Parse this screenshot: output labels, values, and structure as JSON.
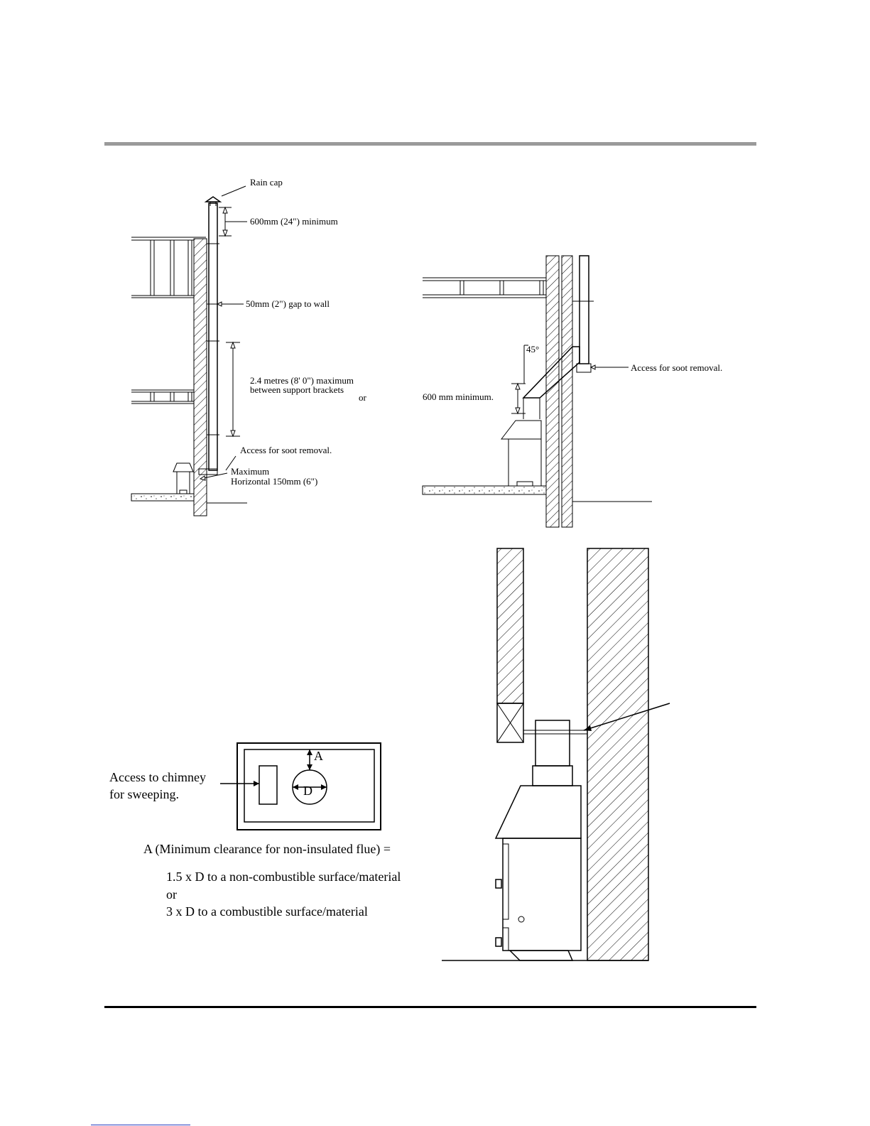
{
  "fig1": {
    "rain_cap": "Rain cap",
    "min_height": "600mm (24\") minimum",
    "gap_to_wall": "50mm (2\") gap to wall",
    "bracket_line1": "2.4 metres (8' 0\") maximum",
    "bracket_line2": "between support brackets",
    "or_label": "or",
    "access_soot": "Access for soot removal.",
    "max_line1": "Maximum",
    "max_line2": "Horizontal 150mm (6\")"
  },
  "fig2": {
    "angle": "45°",
    "min_label": "600 mm minimum.",
    "access_soot": "Access for soot removal."
  },
  "fig3": {
    "access_line1": "Access to chimney",
    "access_line2": "for sweeping.",
    "marker_a": "A",
    "marker_d": "D",
    "clearance_title": "A (Minimum clearance for non-insulated flue) =",
    "rule1": "1.5 x D to a non-combustible surface/material",
    "rule_or": "or",
    "rule2": "3 x D to a combustible surface/material"
  }
}
